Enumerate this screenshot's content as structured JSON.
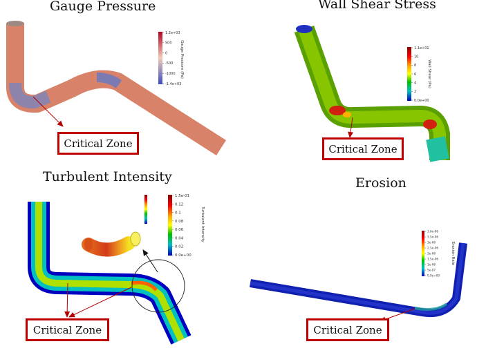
{
  "panels": {
    "gauge": {
      "title": "Gauge Pressure",
      "colorbar": {
        "title": "Gauge Pressure (Pa)",
        "ticks": [
          "1.2e+03",
          "500",
          "0",
          "-500",
          "-1000",
          "-1.4e+03"
        ],
        "colors": [
          "#b40426",
          "#f2cbb7",
          "#3b4cc0"
        ]
      },
      "critical_label": "Critical Zone"
    },
    "wall_shear": {
      "title": "Wall Shear Stress",
      "colorbar": {
        "title": "Wall Shear (Pa)",
        "ticks": [
          "1.1e+01",
          "10",
          "8",
          "6",
          "4",
          "2",
          "0.0e+00"
        ],
        "colors": [
          "#8b0000",
          "#ff0000",
          "#ffa500",
          "#ffff00",
          "#00c000",
          "#00c0c0",
          "#0000c0"
        ]
      },
      "critical_label": "Critical Zone"
    },
    "turbulent": {
      "title": "Turbulent Intensity",
      "colorbar": {
        "title": "Turbulent Intensity",
        "ticks": [
          "1.5e-01",
          "0.12",
          "0.1",
          "0.08",
          "0.06",
          "0.04",
          "0.02",
          "0.0e+00"
        ],
        "colors": [
          "#8b0000",
          "#ff0000",
          "#ffa500",
          "#ffff00",
          "#00c000",
          "#00c0c0",
          "#0000c0"
        ]
      },
      "critical_label": "Critical Zone"
    },
    "erosion": {
      "title": "Erosion",
      "colorbar": {
        "title": "Erosion Rate",
        "ticks": [
          "3.6e-06",
          "3.5e-06",
          "3e-06",
          "2.5e-06",
          "2e-06",
          "1.5e-06",
          "1e-06",
          "5e-07",
          "0.0e+00"
        ],
        "colors": [
          "#8b0000",
          "#ff0000",
          "#ffa500",
          "#ffff00",
          "#00c000",
          "#00c0c0",
          "#0000c0"
        ]
      },
      "critical_label": "Critical Zone"
    }
  },
  "colors": {
    "critical_red": "#c00000",
    "arrow": "#b00000"
  }
}
